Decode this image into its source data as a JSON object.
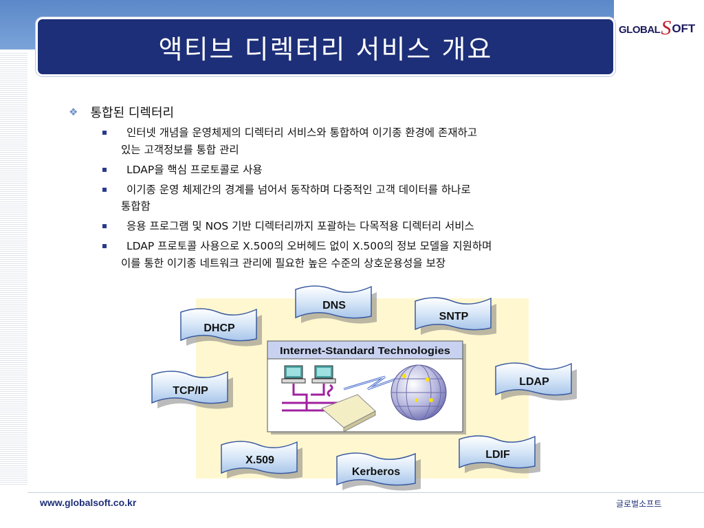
{
  "slide": {
    "title": "액티브 디렉터리 서비스 개요",
    "logo": {
      "prefix": "GLOBAL",
      "letter": "S",
      "suffix": "OFT"
    }
  },
  "content": {
    "heading": "통합된 디렉터리",
    "bullets": [
      {
        "line1": "인터넷 개념을 운영체제의 디렉터리 서비스와 통합하여 이기종 환경에 존재하고",
        "line2": "있는 고객정보를 통합 관리"
      },
      {
        "line1": "LDAP을 핵심 프로토콜로 사용",
        "line2": ""
      },
      {
        "line1": "이기종 운영 체제간의 경계를 넘어서 동작하며 다중적인 고객 데이터를 하나로",
        "line2": "통합함"
      },
      {
        "line1": "응용 프로그램 및 NOS 기반 디렉터리까지 포괄하는 다목적용 디렉터리 서비스",
        "line2": ""
      },
      {
        "line1": "LDAP 프로토콜 사용으로 X.500의 오버헤드 없이 X.500의 정보 모델을 지원하며",
        "line2": "이를 통한 이기종 네트워크 관리에 필요한 높은 수준의 상호운용성을 보장"
      }
    ]
  },
  "diagram": {
    "center_label": "Internet-Standard Technologies",
    "banners": [
      "DNS",
      "SNTP",
      "DHCP",
      "TCP/IP",
      "LDAP",
      "LDIF",
      "X.509",
      "Kerberos"
    ]
  },
  "footer": {
    "url": "www.globalsoft.co.kr",
    "company": "글로벌소프트"
  },
  "colors": {
    "title_bg": "#1d2f78",
    "banner_fill": "#d6e6f7",
    "diagram_bg": "#fff7cf",
    "bullet": "#2a3a8a"
  }
}
